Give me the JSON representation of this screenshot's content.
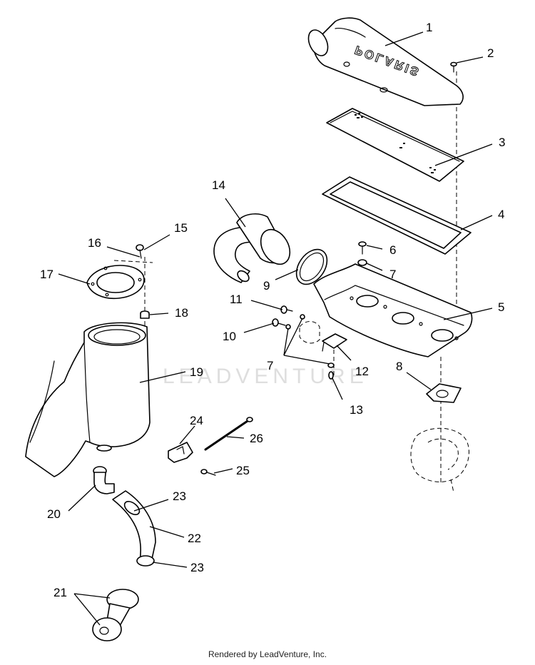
{
  "brand_text": "POLARIS",
  "watermark": "LEADVENTURE",
  "footer": "Rendered by LeadVenture, Inc.",
  "callouts": {
    "c1": "1",
    "c2": "2",
    "c3": "3",
    "c4": "4",
    "c5": "5",
    "c6": "6",
    "c7a": "7",
    "c7b": "7",
    "c8": "8",
    "c9": "9",
    "c10": "10",
    "c11": "11",
    "c12": "12",
    "c13": "13",
    "c14": "14",
    "c15": "15",
    "c16": "16",
    "c17": "17",
    "c18": "18",
    "c19": "19",
    "c20": "20",
    "c21": "21",
    "c22": "22",
    "c23a": "23",
    "c23b": "23",
    "c24": "24",
    "c25": "25",
    "c26": "26"
  }
}
